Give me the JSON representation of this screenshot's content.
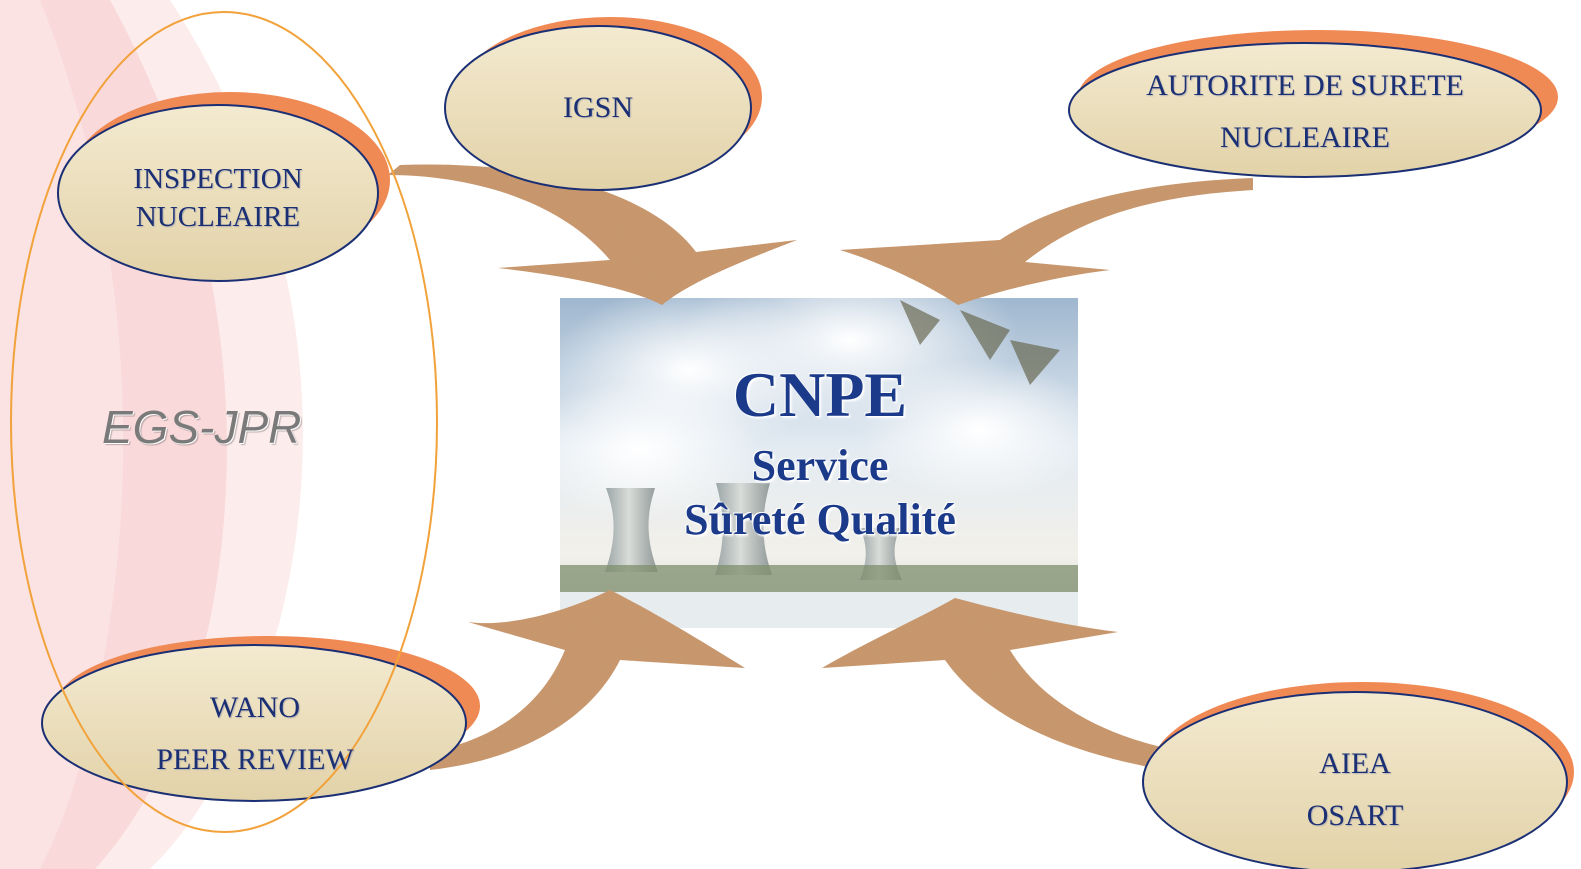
{
  "diagram": {
    "center": {
      "title": "CNPE",
      "line1": "Service",
      "line2": "Sûreté Qualité"
    },
    "group_label": "EGS-JPR",
    "nodes": {
      "igsn": [
        "IGSN"
      ],
      "inspection": [
        "INSPECTION",
        "NUCLEAIRE"
      ],
      "asn": [
        "AUTORITE DE SURETE",
        "NUCLEAIRE"
      ],
      "wano": [
        "WANO",
        "PEER REVIEW"
      ],
      "aiea": [
        "AIEA",
        "OSART"
      ]
    }
  },
  "colors": {
    "node_fill": "#ece1c0",
    "node_border": "#1a2f74",
    "node_shadow": "#f08a55",
    "arrow_fill": "#c9956b",
    "text": "#1a2f74",
    "group_outline": "#f2a23a",
    "background_arc": "#fbe6e6"
  }
}
